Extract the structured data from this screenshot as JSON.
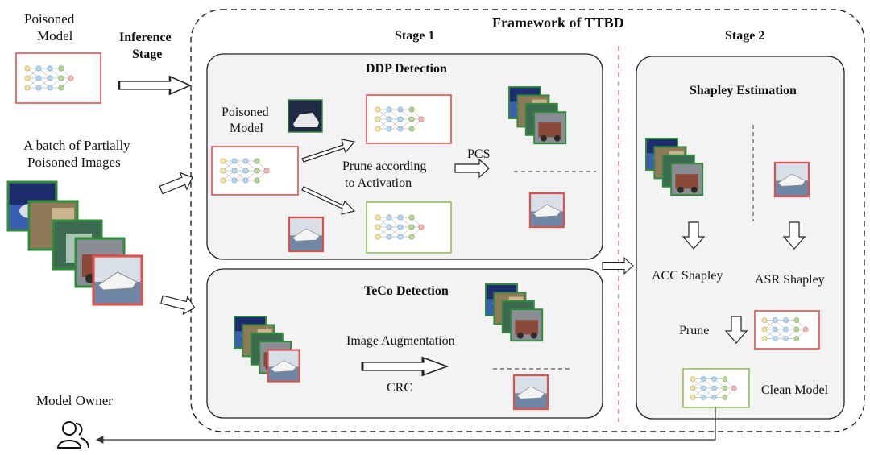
{
  "left": {
    "poisoned_model_label_line1": "Poisoned",
    "poisoned_model_label_line2": "Model",
    "inference_stage_line1": "Inference",
    "inference_stage_line2": "Stage",
    "batch_label_line1": "A batch of Partially",
    "batch_label_line2": "Poisoned Images",
    "model_owner_label": "Model Owner"
  },
  "framework": {
    "title": "Framework of TTBD",
    "stage1_label": "Stage 1",
    "stage2_label": "Stage 2"
  },
  "ddp": {
    "title": "DDP Detection",
    "poisoned_model_line1": "Poisoned",
    "poisoned_model_line2": "Model",
    "prune_line1": "Prune according",
    "prune_line2": "to Activation",
    "pcs_label": "PCS"
  },
  "teco": {
    "title": "TeCo Detection",
    "augmentation_label": "Image Augmentation",
    "crc_label": "CRC"
  },
  "stage2": {
    "shapley_title": "Shapley Estimation",
    "acc_shapley": "ACC Shapley",
    "asr_shapley": "ASR Shapley",
    "prune_label": "Prune",
    "clean_model_label": "Clean Model"
  },
  "colors": {
    "poisoned_border": "#d9534f",
    "clean_border": "#8fbf5a",
    "panel_fill": "#f3f3f3",
    "node_yellow": "#f3e6a3",
    "node_blue": "#b9d7ef",
    "node_green": "#b7d79a",
    "node_red": "#f1b7b7"
  }
}
